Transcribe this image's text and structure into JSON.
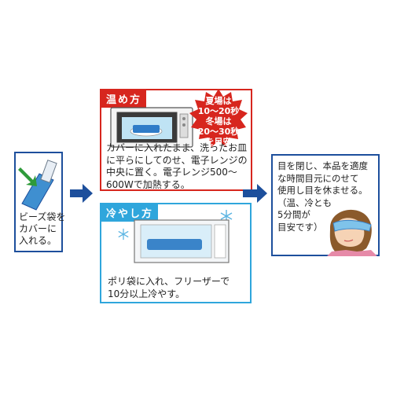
{
  "step1": {
    "text": "ビーズ袋を\nカバーに\n入れる。"
  },
  "heat": {
    "label": "温め方",
    "burst": "夏場は\n10～20秒\n冬場は\n20～30秒\nを目安",
    "text": "カバーに入れたまま、洗ったお皿\nに平らにしてのせ、電子レンジの\n中央に置く。電子レンジ500～\n600Wで加熱する。"
  },
  "cool": {
    "label": "冷やし方",
    "text": "ポリ袋に入れ、フリーザーで\n10分以上冷やす。"
  },
  "step3": {
    "text": "目を閉じ、本品を適度\nな時間目元にのせて\n使用し目を休ませる。\n（温、冷とも\n5分間が\n目安です）"
  },
  "colors": {
    "navy": "#1d4f9c",
    "red": "#d7261e",
    "cyan": "#2fa6dc"
  },
  "icons": [
    "bead-bag-icon",
    "green-arrow-icon",
    "microwave-icon",
    "freezer-icon",
    "snowflake-icon",
    "woman-eye-mask-icon"
  ]
}
